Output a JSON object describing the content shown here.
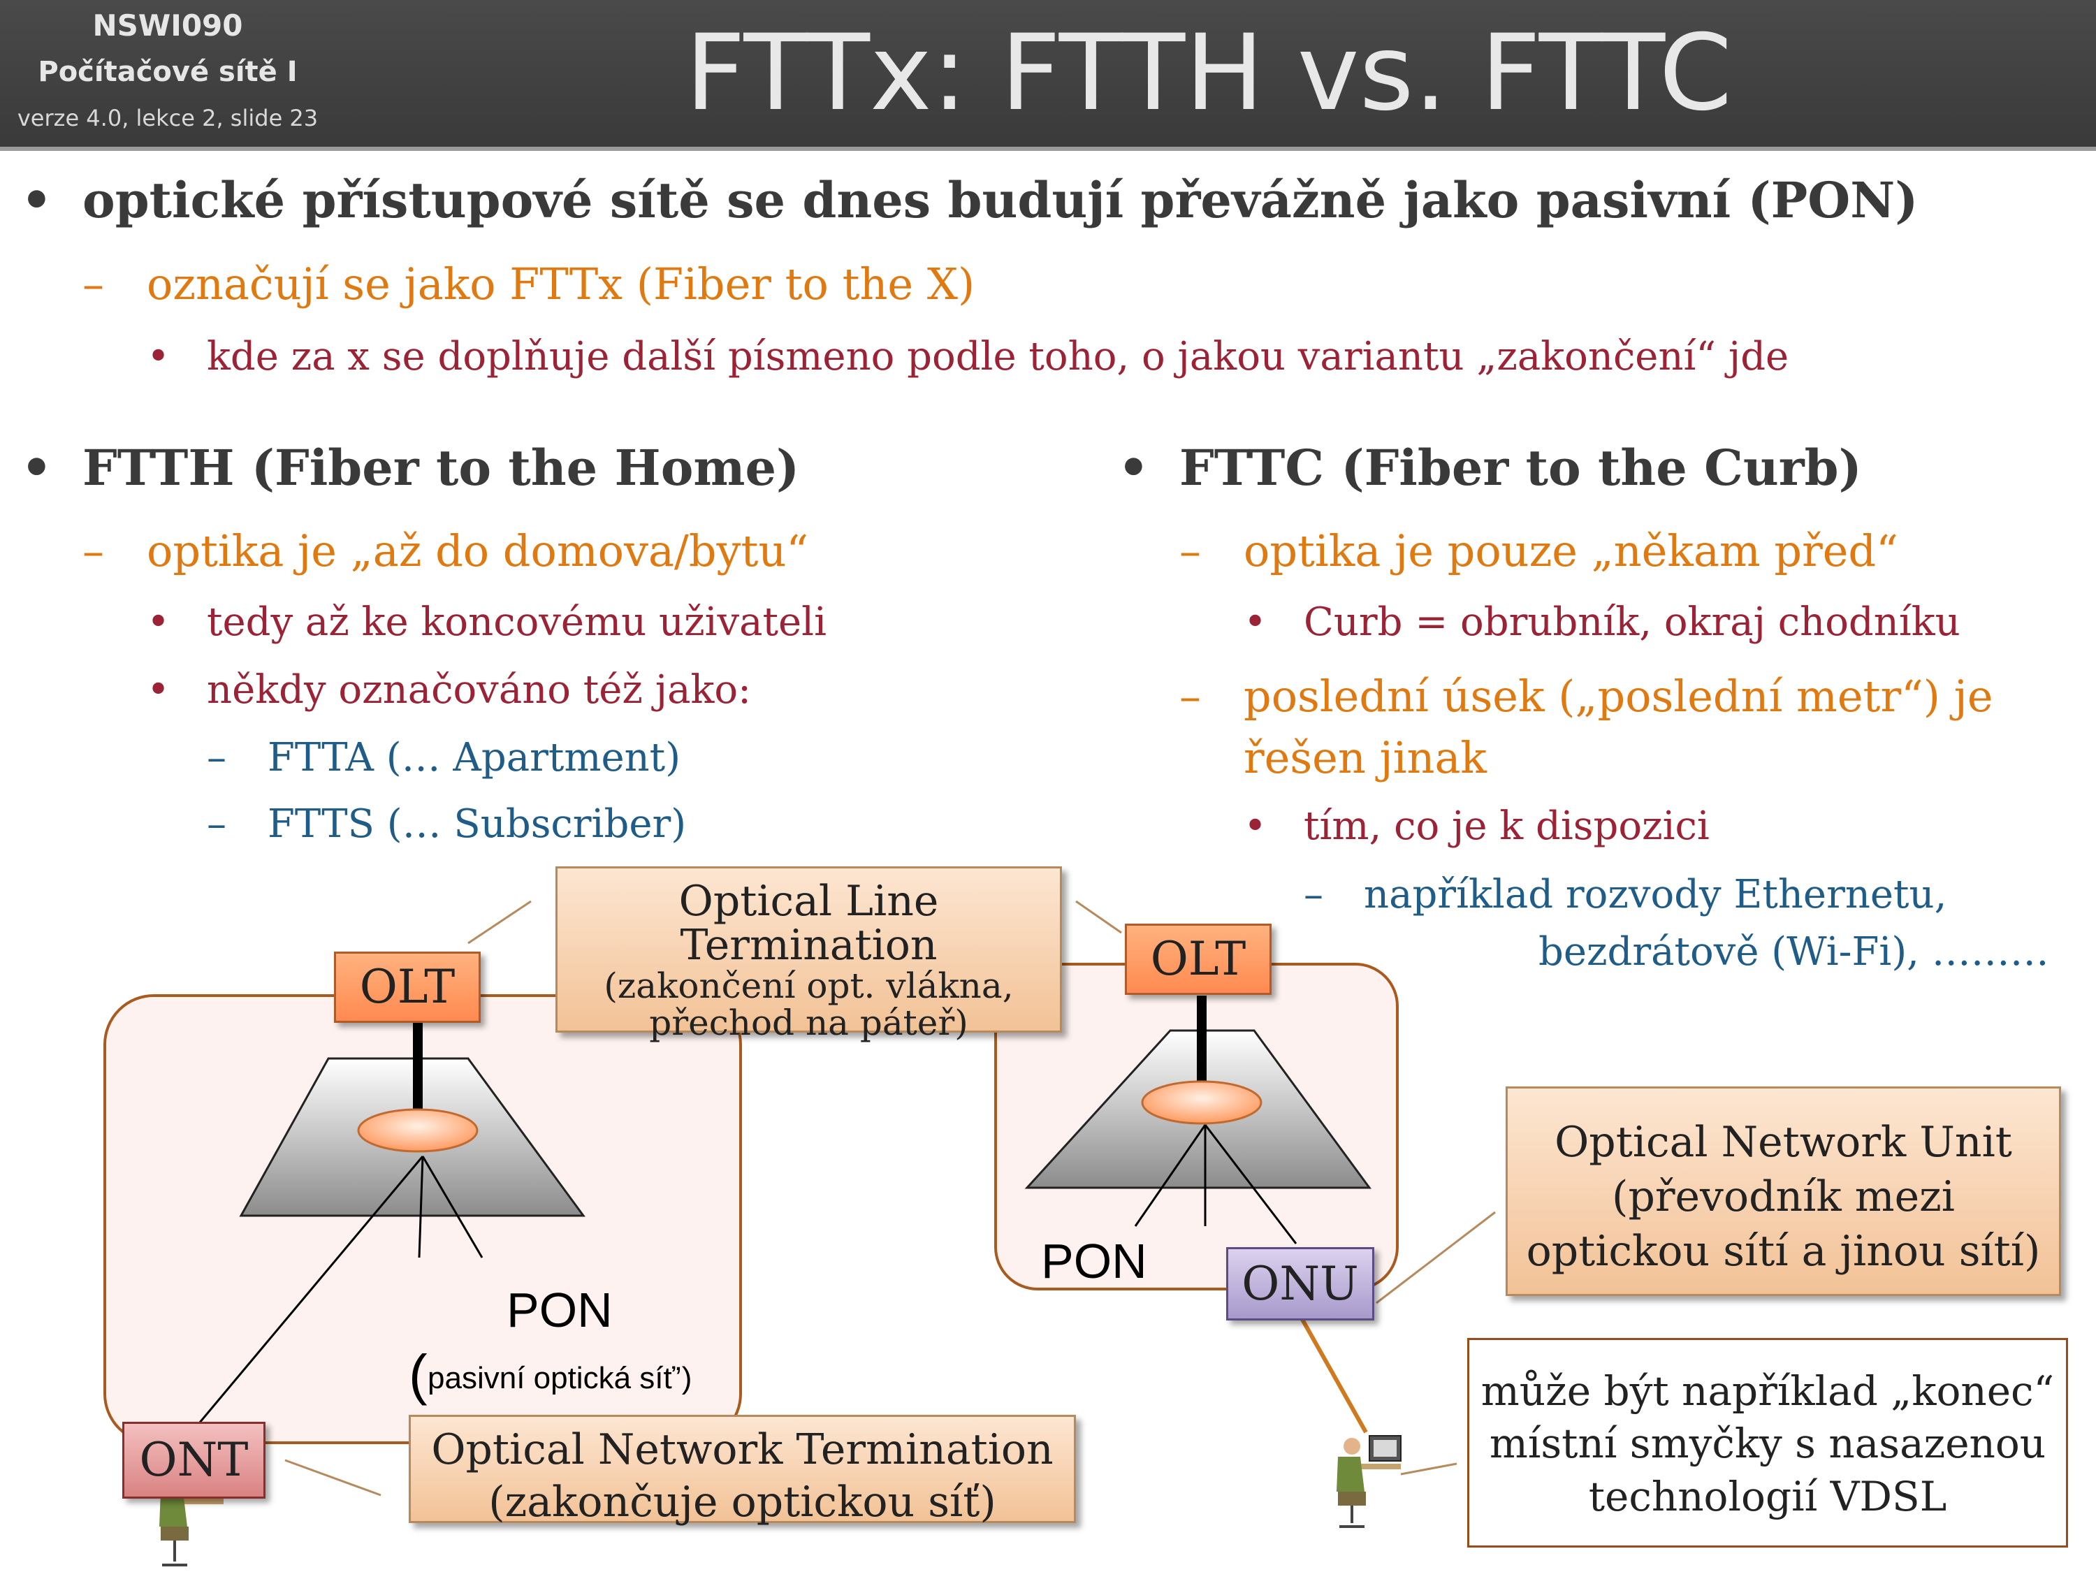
{
  "header": {
    "course_code": "NSWI090",
    "course_name": "Počítačové sítě I",
    "version": "verze 4.0, lekce  2, slide 23",
    "title": "FTTx: FTTH vs. FTTC"
  },
  "intro": {
    "bullet": "optické přístupové sítě se dnes budují převážně jako pasivní (PON)",
    "sub": "označují se jako FTTx (Fiber to the X)",
    "subsub": "kde za x se doplňuje další písmeno podle toho, o jakou variantu „zakončení“ jde"
  },
  "ftth": {
    "heading": "FTTH (Fiber to the Home)",
    "sub": "optika je „až do domova/bytu“",
    "items": [
      "tedy až ke koncovému uživateli",
      "někdy označováno též jako:"
    ],
    "variants": [
      "FTTA (…  Apartment)",
      "FTTS (…  Subscriber)"
    ]
  },
  "fttc": {
    "heading": "FTTC (Fiber to the Curb)",
    "sub1": "optika je pouze „někam před“",
    "item1": "Curb = obrubník, okraj chodníku",
    "sub2_line1": "poslední úsek („poslední metr“) je",
    "sub2_line2": "řešen jinak",
    "item2": "tím, co je k dispozici",
    "example_line1": "například rozvody Ethernetu,",
    "example_line2": "bezdrátově (Wi-Fi), ………"
  },
  "diagram": {
    "olt_label": "OLT",
    "ont_label": "ONT",
    "onu_label": "ONU",
    "pon_label": "PON",
    "pon_desc": "pasivní optická síť’)",
    "pon_paren": "(",
    "olt_callout": [
      "Optical Line Termination",
      "(zakončení opt. vlákna,",
      "přechod na páteř)"
    ],
    "ont_callout": [
      "Optical Network Termination",
      "(zakončuje optickou síť)"
    ],
    "onu_callout": [
      "Optical Network Unit",
      "(převodník mezi",
      "optickou sítí a jinou sítí)"
    ],
    "vdsl_note": [
      "může být například „konec“",
      "místní smyčky s nasazenou",
      "technologií  VDSL"
    ]
  },
  "colors": {
    "heading": "#3a3a3a",
    "level2": "#e07a10",
    "level3": "#9b2335",
    "level4": "#1f5c88",
    "olt": "#ff8a50",
    "ont": "#d98282",
    "onu": "#a899cc"
  }
}
